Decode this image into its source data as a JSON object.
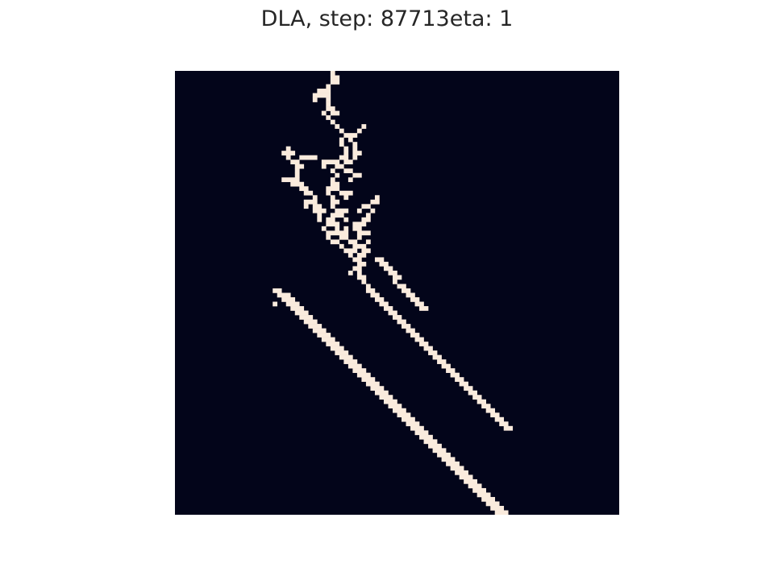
{
  "title": "DLA, step: 87713eta: 1",
  "colors": {
    "background": "#03051a",
    "particle": "#faebdd",
    "page": "#ffffff",
    "title_text": "#262626"
  },
  "chart_data": {
    "type": "heatmap",
    "title": "DLA, step: 87713eta: 1",
    "grid_size": [
      100,
      100
    ],
    "values_legend": {
      "0": "empty",
      "1": "particle"
    },
    "axes_visible": false,
    "colorbar": false,
    "occupied_runs": [
      [
        0,
        35,
        36
      ],
      [
        1,
        35,
        37
      ],
      [
        2,
        35,
        37
      ],
      [
        3,
        34,
        35
      ],
      [
        4,
        32,
        35
      ],
      [
        5,
        31,
        35
      ],
      [
        6,
        31,
        32
      ],
      [
        6,
        34,
        35
      ],
      [
        7,
        34,
        35
      ],
      [
        8,
        34,
        36
      ],
      [
        9,
        33,
        34
      ],
      [
        9,
        35,
        37
      ],
      [
        10,
        34,
        35
      ],
      [
        11,
        35,
        36
      ],
      [
        12,
        36,
        37
      ],
      [
        12,
        42,
        43
      ],
      [
        13,
        37,
        38
      ],
      [
        13,
        41,
        42
      ],
      [
        14,
        38,
        41
      ],
      [
        15,
        37,
        38
      ],
      [
        15,
        39,
        40
      ],
      [
        16,
        37,
        38
      ],
      [
        16,
        40,
        41
      ],
      [
        17,
        25,
        26
      ],
      [
        17,
        38,
        39
      ],
      [
        17,
        40,
        41
      ],
      [
        18,
        24,
        27
      ],
      [
        18,
        38,
        39
      ],
      [
        18,
        40,
        42
      ],
      [
        19,
        25,
        26
      ],
      [
        19,
        28,
        32
      ],
      [
        19,
        37,
        39
      ],
      [
        19,
        40,
        41
      ],
      [
        20,
        26,
        28
      ],
      [
        20,
        33,
        37
      ],
      [
        20,
        38,
        40
      ],
      [
        21,
        27,
        29
      ],
      [
        21,
        33,
        34
      ],
      [
        21,
        36,
        38
      ],
      [
        22,
        27,
        28
      ],
      [
        22,
        35,
        36
      ],
      [
        22,
        38,
        40
      ],
      [
        23,
        27,
        28
      ],
      [
        23,
        36,
        37
      ],
      [
        23,
        40,
        42
      ],
      [
        24,
        24,
        28
      ],
      [
        24,
        35,
        36
      ],
      [
        24,
        39,
        40
      ],
      [
        25,
        26,
        29
      ],
      [
        25,
        35,
        37
      ],
      [
        26,
        28,
        30
      ],
      [
        26,
        34,
        37
      ],
      [
        27,
        29,
        31
      ],
      [
        27,
        34,
        35
      ],
      [
        27,
        37,
        40
      ],
      [
        28,
        31,
        32
      ],
      [
        28,
        35,
        36
      ],
      [
        28,
        38,
        39
      ],
      [
        28,
        45,
        46
      ],
      [
        29,
        29,
        32
      ],
      [
        29,
        35,
        37
      ],
      [
        29,
        44,
        46
      ],
      [
        30,
        29,
        30
      ],
      [
        30,
        31,
        33
      ],
      [
        30,
        35,
        36
      ],
      [
        30,
        42,
        44
      ],
      [
        31,
        31,
        34
      ],
      [
        31,
        36,
        39
      ],
      [
        31,
        41,
        42
      ],
      [
        31,
        44,
        45
      ],
      [
        32,
        32,
        33
      ],
      [
        32,
        35,
        38
      ],
      [
        32,
        43,
        44
      ],
      [
        33,
        32,
        33
      ],
      [
        33,
        34,
        36
      ],
      [
        33,
        38,
        39
      ],
      [
        33,
        42,
        44
      ],
      [
        34,
        34,
        37
      ],
      [
        34,
        40,
        43
      ],
      [
        35,
        33,
        34
      ],
      [
        35,
        36,
        37
      ],
      [
        35,
        38,
        39
      ],
      [
        35,
        40,
        42
      ],
      [
        36,
        34,
        39
      ],
      [
        36,
        41,
        44
      ],
      [
        37,
        34,
        35
      ],
      [
        37,
        37,
        39
      ],
      [
        37,
        41,
        42
      ],
      [
        38,
        35,
        37
      ],
      [
        38,
        39,
        41
      ],
      [
        38,
        43,
        44
      ],
      [
        39,
        37,
        38
      ],
      [
        39,
        40,
        43
      ],
      [
        40,
        38,
        41
      ],
      [
        40,
        42,
        44
      ],
      [
        41,
        39,
        40
      ],
      [
        41,
        41,
        43
      ],
      [
        42,
        40,
        42
      ],
      [
        42,
        45,
        47
      ],
      [
        43,
        41,
        43
      ],
      [
        43,
        46,
        48
      ],
      [
        44,
        40,
        42
      ],
      [
        44,
        47,
        49
      ],
      [
        45,
        39,
        40
      ],
      [
        45,
        41,
        42
      ],
      [
        45,
        48,
        50
      ],
      [
        46,
        41,
        43
      ],
      [
        46,
        49,
        51
      ],
      [
        47,
        42,
        43
      ],
      [
        47,
        49,
        50
      ],
      [
        48,
        43,
        44
      ],
      [
        48,
        50,
        52
      ],
      [
        49,
        22,
        24
      ],
      [
        49,
        43,
        45
      ],
      [
        49,
        51,
        53
      ],
      [
        50,
        23,
        26
      ],
      [
        50,
        44,
        46
      ],
      [
        50,
        52,
        54
      ],
      [
        51,
        24,
        27
      ],
      [
        51,
        45,
        47
      ],
      [
        51,
        53,
        55
      ],
      [
        52,
        22,
        23
      ],
      [
        52,
        25,
        28
      ],
      [
        52,
        46,
        48
      ],
      [
        52,
        54,
        56
      ],
      [
        53,
        26,
        29
      ],
      [
        53,
        47,
        49
      ],
      [
        53,
        55,
        57
      ],
      [
        54,
        27,
        30
      ],
      [
        54,
        48,
        50
      ],
      [
        55,
        28,
        31
      ],
      [
        55,
        49,
        51
      ],
      [
        56,
        29,
        32
      ],
      [
        56,
        50,
        52
      ],
      [
        57,
        30,
        33
      ],
      [
        57,
        51,
        53
      ],
      [
        58,
        31,
        34
      ],
      [
        58,
        52,
        54
      ],
      [
        59,
        32,
        35
      ],
      [
        59,
        53,
        55
      ],
      [
        60,
        33,
        36
      ],
      [
        60,
        54,
        56
      ],
      [
        61,
        34,
        37
      ],
      [
        61,
        55,
        57
      ],
      [
        62,
        35,
        38
      ],
      [
        62,
        56,
        58
      ],
      [
        63,
        36,
        39
      ],
      [
        63,
        57,
        59
      ],
      [
        64,
        37,
        40
      ],
      [
        64,
        58,
        60
      ],
      [
        65,
        38,
        41
      ],
      [
        65,
        59,
        61
      ],
      [
        66,
        39,
        42
      ],
      [
        66,
        60,
        62
      ],
      [
        67,
        40,
        43
      ],
      [
        67,
        61,
        63
      ],
      [
        68,
        41,
        44
      ],
      [
        68,
        62,
        64
      ],
      [
        69,
        42,
        45
      ],
      [
        69,
        63,
        65
      ],
      [
        70,
        43,
        46
      ],
      [
        70,
        64,
        66
      ],
      [
        71,
        44,
        47
      ],
      [
        71,
        65,
        67
      ],
      [
        72,
        45,
        48
      ],
      [
        72,
        66,
        68
      ],
      [
        73,
        46,
        49
      ],
      [
        73,
        67,
        69
      ],
      [
        74,
        47,
        50
      ],
      [
        74,
        68,
        70
      ],
      [
        75,
        48,
        51
      ],
      [
        75,
        69,
        71
      ],
      [
        76,
        49,
        52
      ],
      [
        76,
        70,
        72
      ],
      [
        77,
        50,
        53
      ],
      [
        77,
        71,
        73
      ],
      [
        78,
        51,
        54
      ],
      [
        78,
        72,
        74
      ],
      [
        79,
        52,
        55
      ],
      [
        79,
        73,
        75
      ],
      [
        80,
        53,
        56
      ],
      [
        80,
        74,
        76
      ],
      [
        81,
        54,
        57
      ],
      [
        82,
        55,
        58
      ],
      [
        83,
        56,
        59
      ],
      [
        84,
        57,
        60
      ],
      [
        85,
        58,
        61
      ],
      [
        86,
        59,
        62
      ],
      [
        87,
        60,
        63
      ],
      [
        88,
        61,
        64
      ],
      [
        89,
        62,
        65
      ],
      [
        90,
        63,
        66
      ],
      [
        91,
        64,
        67
      ],
      [
        92,
        65,
        68
      ],
      [
        93,
        66,
        69
      ],
      [
        94,
        67,
        70
      ],
      [
        95,
        68,
        71
      ],
      [
        96,
        69,
        72
      ],
      [
        97,
        70,
        73
      ],
      [
        98,
        71,
        74
      ],
      [
        99,
        72,
        75
      ]
    ]
  }
}
